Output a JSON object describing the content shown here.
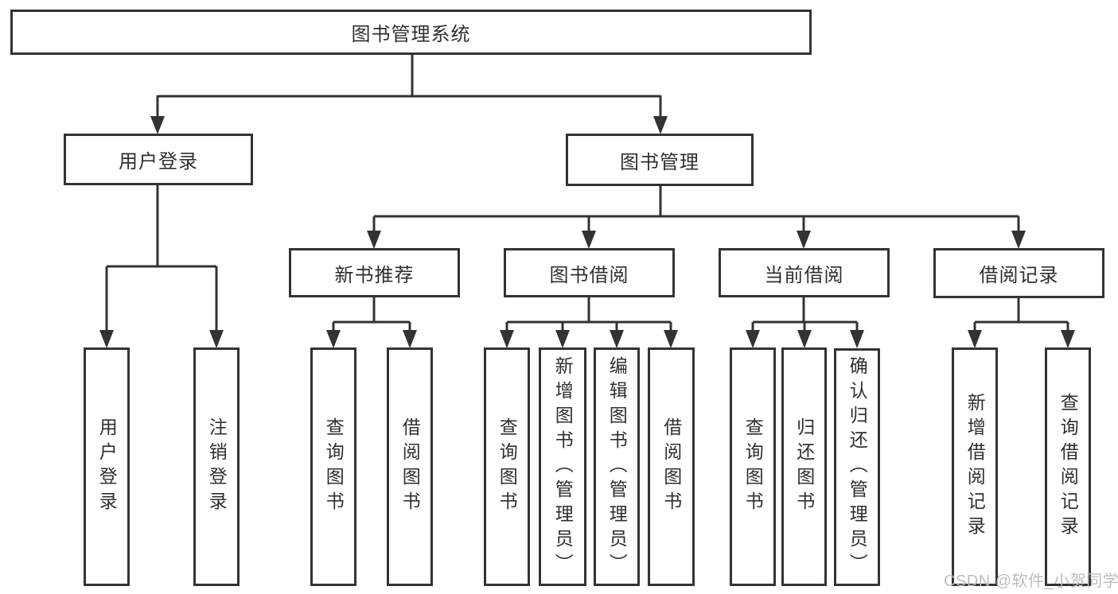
{
  "diagram_type": "hierarchy-tree",
  "root": {
    "label": "图书管理系统"
  },
  "branches": [
    {
      "label": "用户登录",
      "children": [
        {
          "label": "用户登录"
        },
        {
          "label": "注销登录"
        }
      ]
    },
    {
      "label": "图书管理",
      "children": [
        {
          "label": "新书推荐",
          "children": [
            {
              "label": "查询图书"
            },
            {
              "label": "借阅图书"
            }
          ]
        },
        {
          "label": "图书借阅",
          "children": [
            {
              "label": "查询图书"
            },
            {
              "label": "新增图书（管理员）"
            },
            {
              "label": "编辑图书（管理员）"
            },
            {
              "label": "借阅图书"
            }
          ]
        },
        {
          "label": "当前借阅",
          "children": [
            {
              "label": "查询图书"
            },
            {
              "label": "归还图书"
            },
            {
              "label": "确认归还（管理员）"
            }
          ]
        },
        {
          "label": "借阅记录",
          "children": [
            {
              "label": "新增借阅记录"
            },
            {
              "label": "查询借阅记录"
            }
          ]
        }
      ]
    }
  ],
  "watermark": "CSDN @软件_小贺同学",
  "colors": {
    "line": "#333333",
    "box_border": "#333333",
    "text": "#2f2f2f",
    "watermark": "#b9b9b9",
    "background": "#ffffff"
  }
}
